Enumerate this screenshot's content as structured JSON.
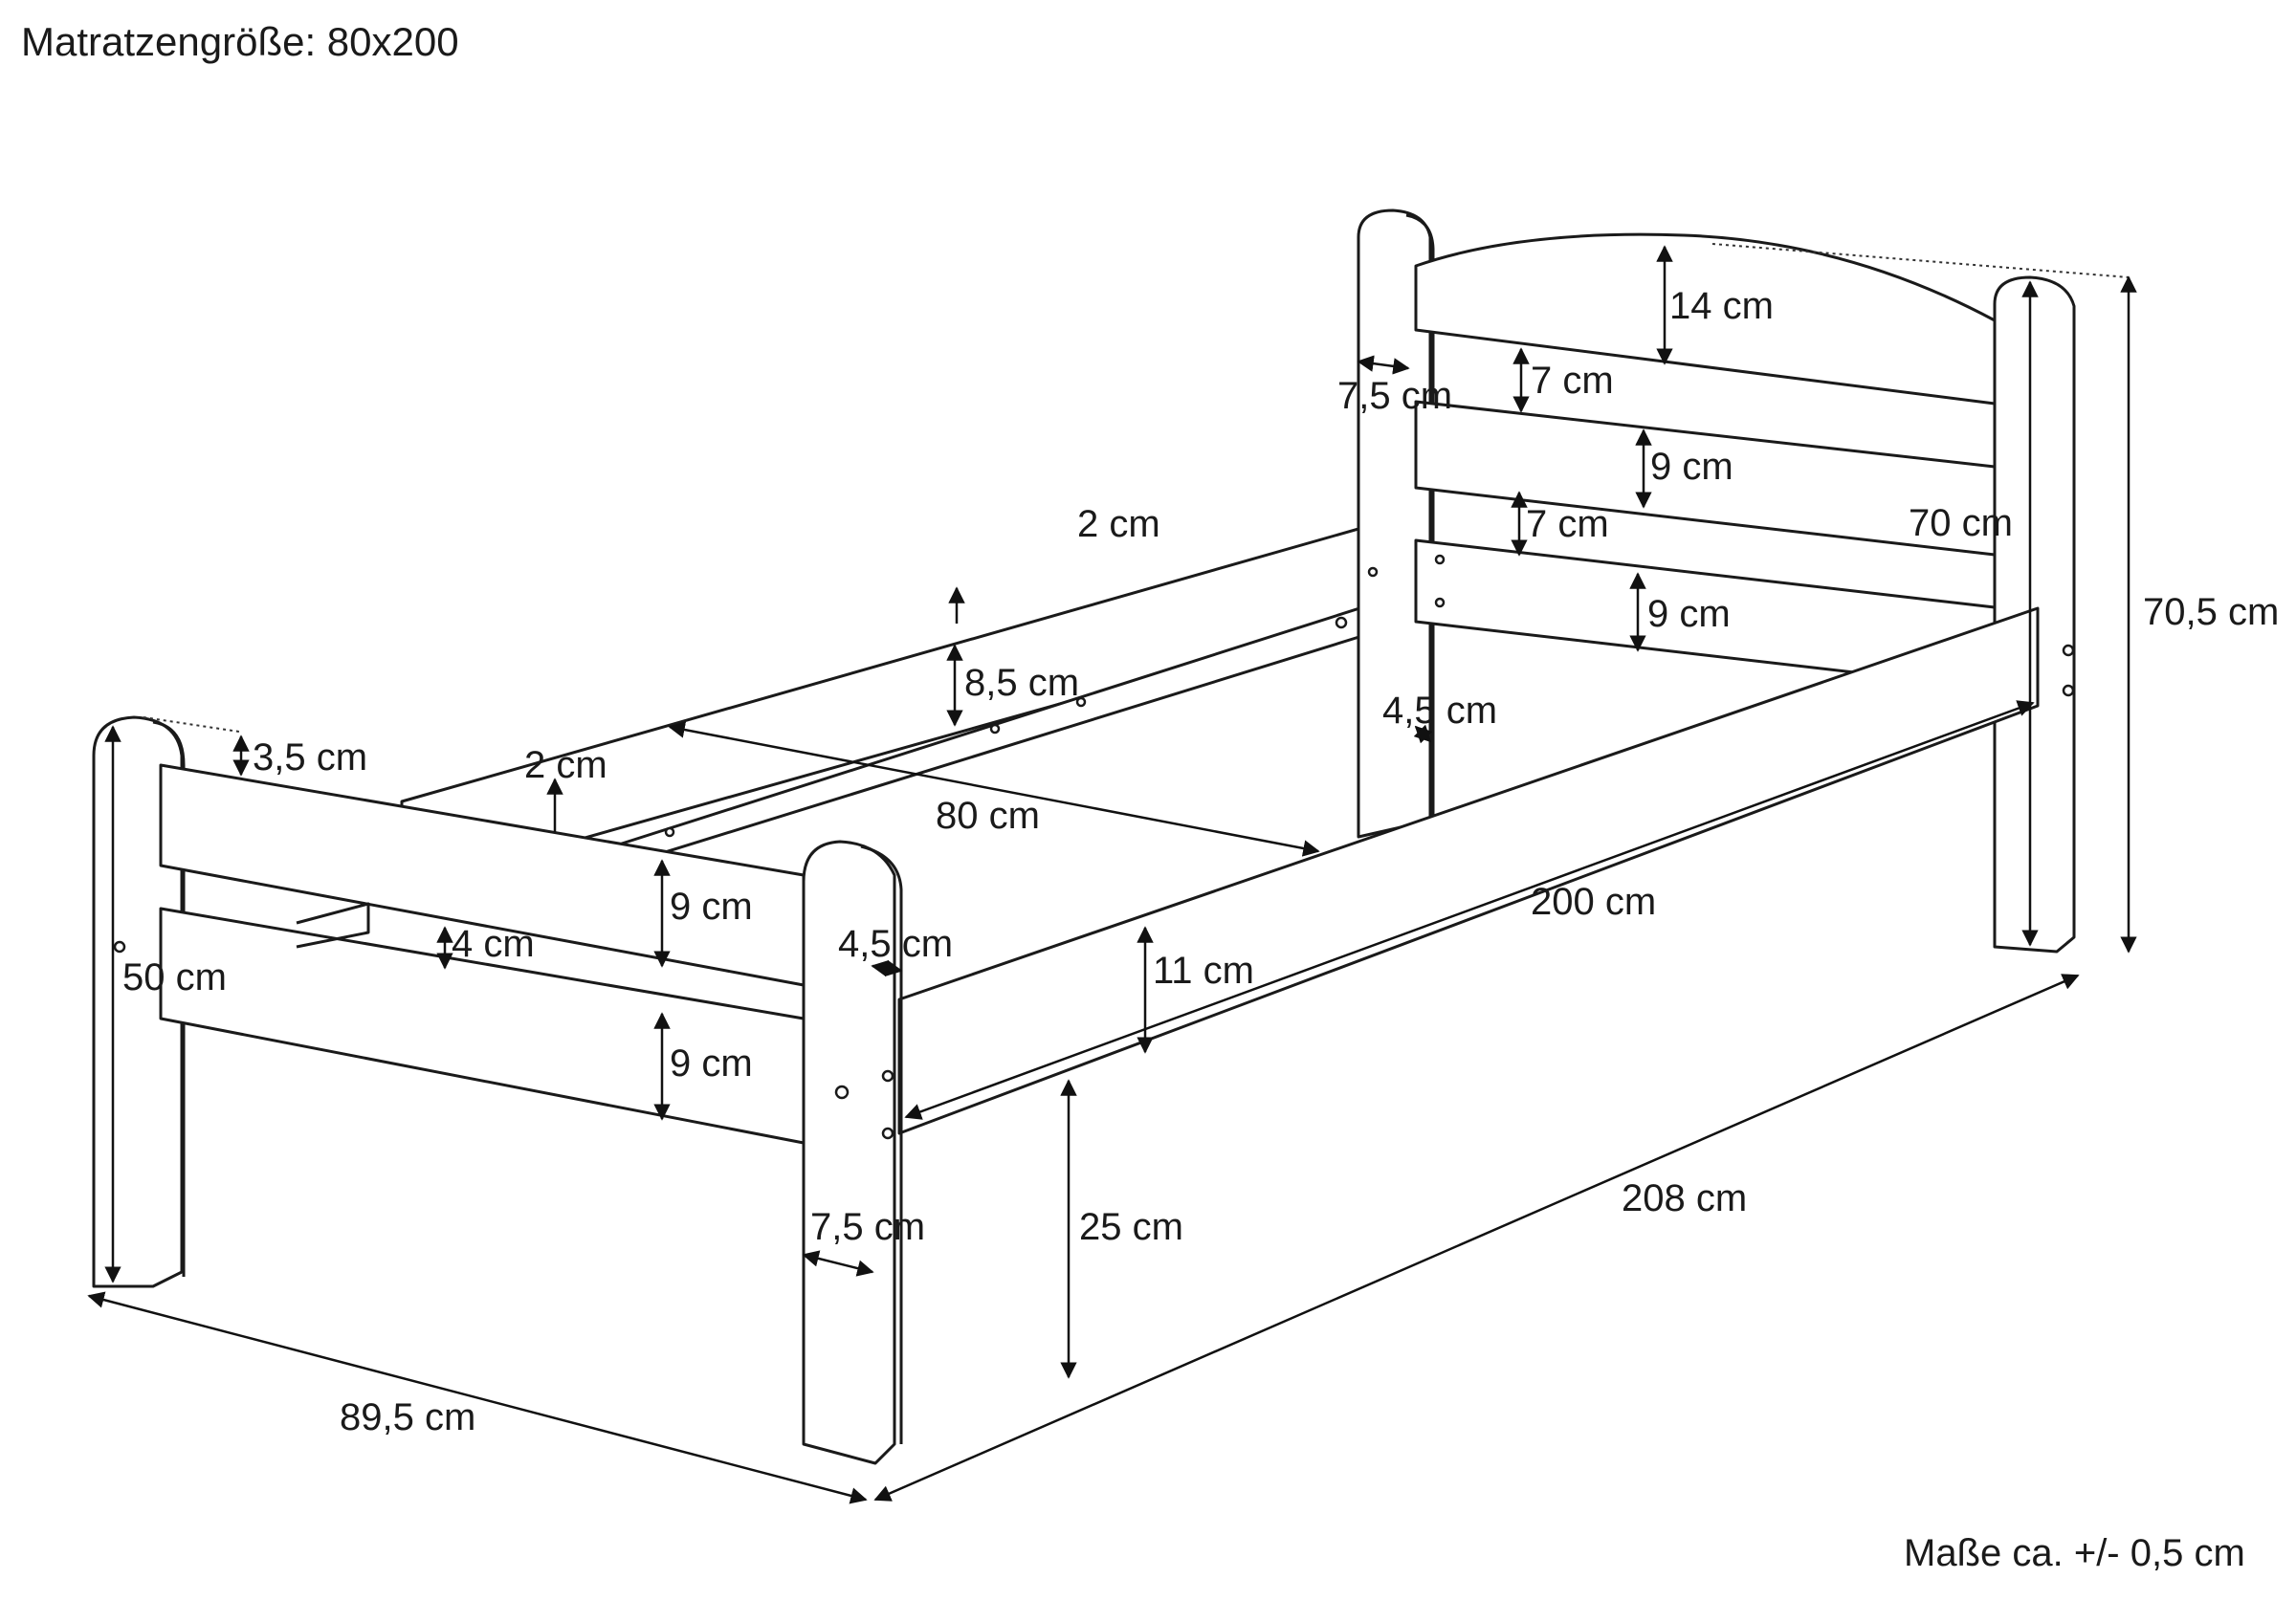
{
  "title": "Matratzengröße: 80x200",
  "note": "Maße ca. +/- 0,5 cm",
  "dimensions": {
    "headboard_top_panel": "14 cm",
    "headboard_gap_1": "7 cm",
    "headboard_middle_panel": "9 cm",
    "headboard_gap_2": "7 cm",
    "headboard_bottom_panel": "9 cm",
    "headboard_post_width": "7,5 cm",
    "headboard_panel_height": "70 cm",
    "headboard_total_height": "70,5 cm",
    "head_post_depth": "4,5 cm",
    "rail_thickness_back": "2 cm",
    "slat_ledge_height": "8,5 cm",
    "inner_width": "80 cm",
    "rail_thickness_front": "2 cm",
    "foot_post_offset": "3,5 cm",
    "footboard_top_panel": "9 cm",
    "footboard_gap": "4 cm",
    "footboard_bottom_panel": "9 cm",
    "footboard_height": "50 cm",
    "foot_post_depth": "4,5 cm",
    "foot_post_width": "7,5 cm",
    "side_rail_height": "11 cm",
    "inner_length": "200 cm",
    "floor_clearance": "25 cm",
    "total_length": "208 cm",
    "total_width": "89,5 cm"
  }
}
